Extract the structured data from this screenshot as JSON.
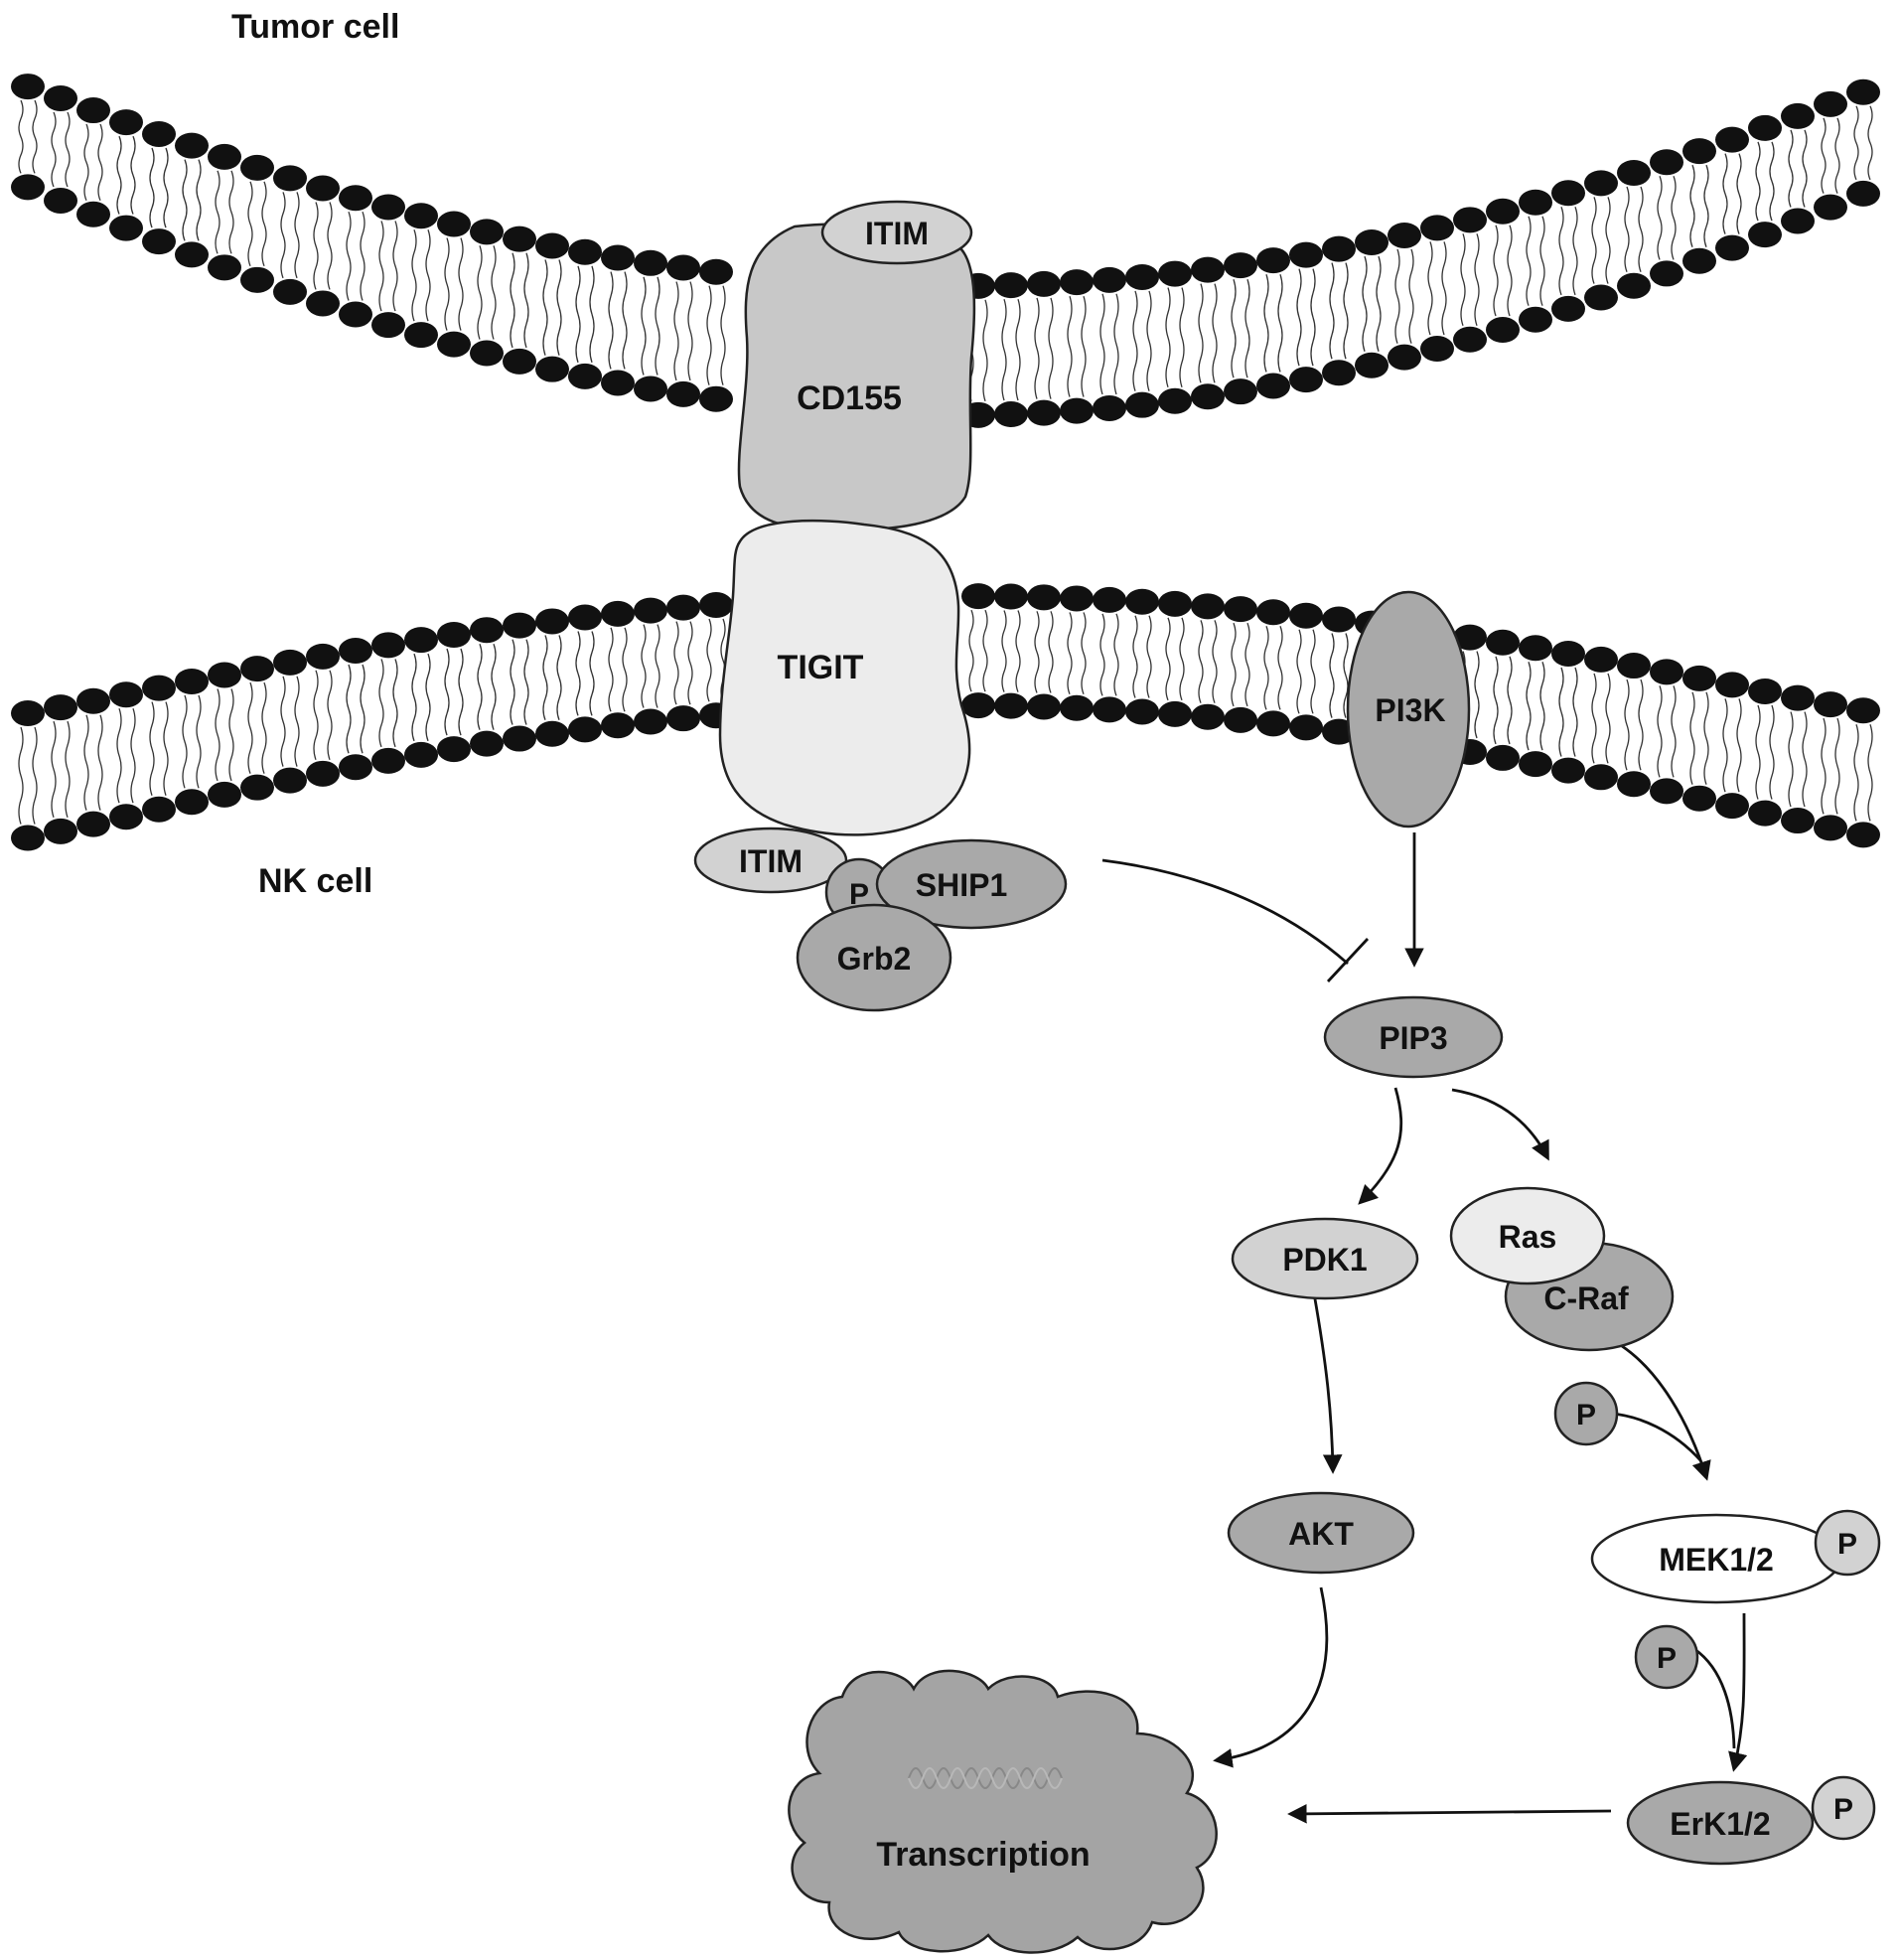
{
  "labels": {
    "tumor_cell": "Tumor cell",
    "nk_cell": "NK cell"
  },
  "nodes": {
    "itim_top": "ITIM",
    "cd155": "CD155",
    "tigit": "TIGIT",
    "pi3k": "PI3K",
    "itim_bottom": "ITIM",
    "p_tigit": "P",
    "ship1": "SHIP1",
    "grb2": "Grb2",
    "pip3": "PIP3",
    "pdk1": "PDK1",
    "ras": "Ras",
    "craf": "C-Raf",
    "p_to_mek": "P",
    "mek": "MEK1/2",
    "p_on_mek": "P",
    "p_to_erk": "P",
    "akt": "AKT",
    "erk": "ErK1/2",
    "p_on_erk": "P",
    "transcription": "Transcription"
  },
  "colors": {
    "membrane_head": "#111111",
    "cd155": "#c8c8c8",
    "tigit": "#ececec",
    "itim": "#d2d2d2",
    "dark_node": "#a9a9a9",
    "light_node": "#d2d2d2",
    "white_node": "#ffffff",
    "ras": "#ececec",
    "transcription": "#a4a4a4"
  }
}
